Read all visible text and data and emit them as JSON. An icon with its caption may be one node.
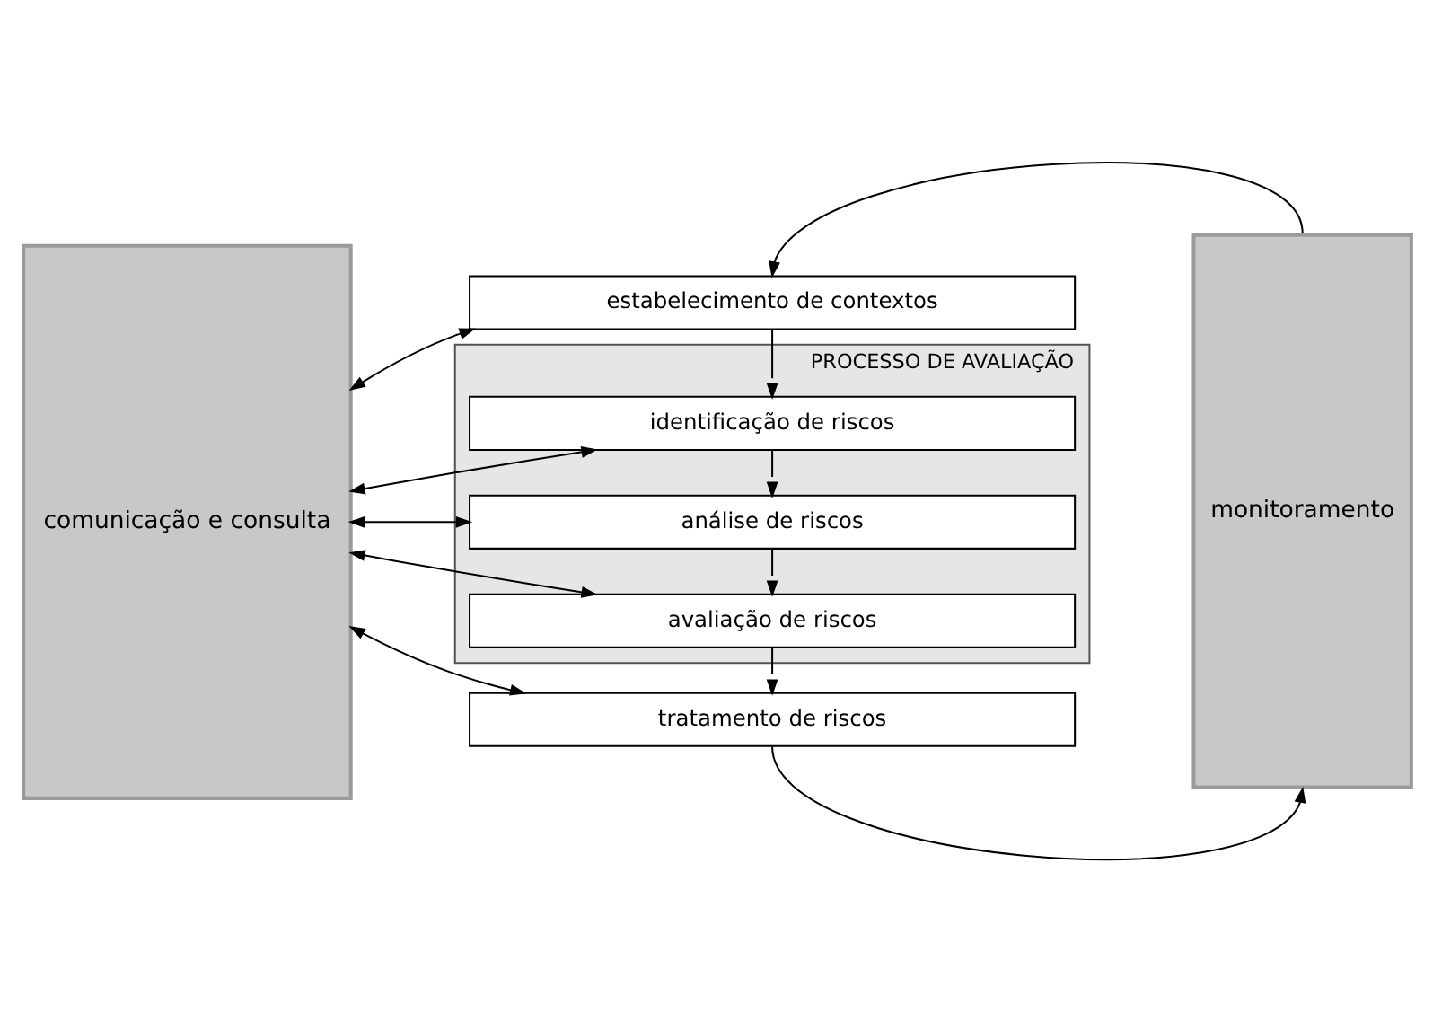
{
  "diagram": {
    "nodes": [
      {
        "text": [
          "comunicação e consulta"
        ]
      },
      {
        "text": [
          "estabelecimento de contextos"
        ]
      },
      {
        "text": [
          "PROCESSO DE AVALIAÇÃO"
        ]
      },
      {
        "text": [
          "identificação de riscos"
        ],
        "in": 2
      },
      {
        "text": [
          "análise de riscos"
        ],
        "in": 2
      },
      {
        "text": [
          "avaliação de riscos"
        ],
        "in": 2
      },
      {
        "text": [
          "tratamento de riscos"
        ]
      },
      {
        "text": [
          "monitoramento"
        ]
      }
    ],
    "edges": [
      {
        "from": 0,
        "to": 1,
        "arrow": "both"
      },
      {
        "from": 0,
        "to": 3,
        "arrow": "both"
      },
      {
        "from": 0,
        "to": 4,
        "arrow": "both"
      },
      {
        "from": 0,
        "to": 5,
        "arrow": "both"
      },
      {
        "from": 0,
        "to": 6,
        "arrow": "both"
      },
      {
        "from": 1,
        "to": 3,
        "arrow": "to"
      },
      {
        "from": 3,
        "to": 4,
        "arrow": "to"
      },
      {
        "from": 4,
        "to": 5,
        "arrow": "to"
      },
      {
        "from": 5,
        "to": 6,
        "arrow": "to"
      },
      {
        "from": 6,
        "to": 7,
        "arrow": "to"
      },
      {
        "from": 7,
        "to": 1,
        "arrow": "to"
      }
    ]
  }
}
